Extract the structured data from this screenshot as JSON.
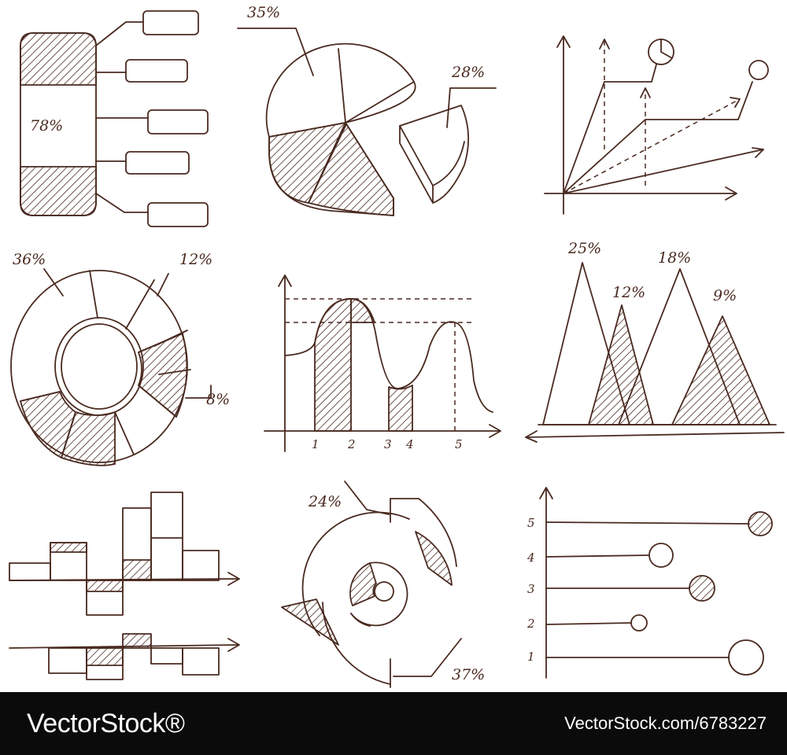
{
  "stroke_color": "#4a2a20",
  "labels": {
    "band": "78%",
    "pie_a": "35%",
    "pie_b": "28%",
    "ring_a": "36%",
    "ring_b": "12%",
    "ring_c": "8%",
    "peak_a": "25%",
    "peak_b": "12%",
    "peak_c": "18%",
    "peak_d": "9%",
    "arc_a": "24%",
    "arc_b": "37%"
  },
  "wave_ticks": [
    "1",
    "2",
    "3",
    "4",
    "5"
  ],
  "lollipop_ticks": [
    "5",
    "4",
    "3",
    "2",
    "1"
  ],
  "footer": {
    "brand": "VectorStock®",
    "stock_id": "VectorStock.com/6783227"
  }
}
